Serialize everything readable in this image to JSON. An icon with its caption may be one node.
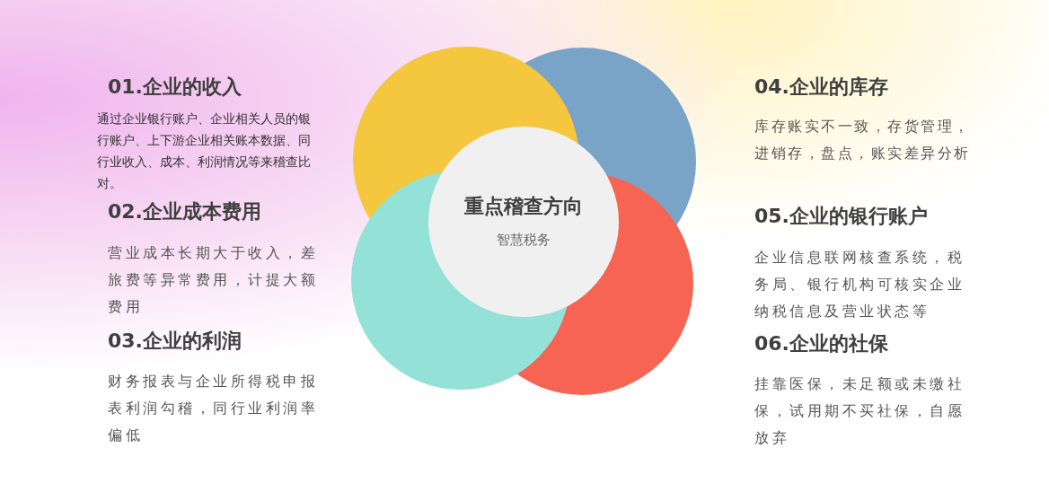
{
  "diagram": {
    "nodes": [
      {
        "text": [
          "重点稽查方向",
          "智慧税务"
        ]
      }
    ],
    "labels": [
      "01.企业的收入",
      "通过企业银行账户、企业相关人员的银行账户、上下游企业相关账本数据、同行业收入、成本、利润情况等来稽查比对。",
      "02.企业成本费用",
      "营业成本长期大于收入，差旅费等异常费用，计提大额费用",
      "03.企业的利润",
      "财务报表与企业所得税申报表利润勾稽，同行业利润率偏低",
      "04.企业的库存",
      "库存账实不一致，存货管理，进销存，盘点，账实差异分析",
      "05.企业的银行账户",
      "企业信息联网核查系统，税务局、银行机构可核实企业纳税信息及营业状态等",
      "06.企业的社保",
      "挂靠医保，未足额或未缴社保，试用期不买社保，自愿放弃"
    ]
  }
}
